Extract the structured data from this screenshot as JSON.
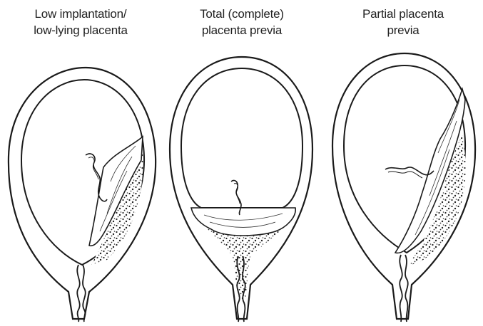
{
  "panels": [
    {
      "line1": "Low implantation/",
      "line2": "low-lying placenta"
    },
    {
      "line1": "Total (complete)",
      "line2": "placenta previa"
    },
    {
      "line1": "Partial placenta",
      "line2": "previa"
    }
  ],
  "colors": {
    "ink": "#1a1a1a",
    "stipple": "#1f1f1f",
    "background": "#ffffff"
  }
}
